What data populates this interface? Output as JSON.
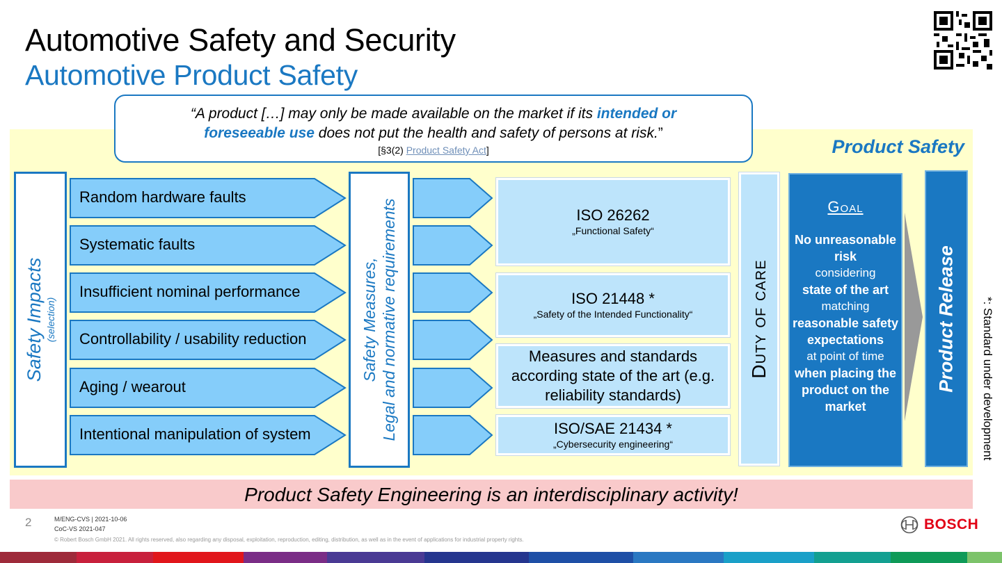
{
  "header": {
    "title": "Automotive Safety and Security",
    "subtitle": "Automotive Product Safety"
  },
  "quote": {
    "part1": "“A product […] may only be made available on the market if its ",
    "highlight1": "intended or",
    "highlight2": "foreseeable use",
    "part2": " does not put the health and safety of persons at risk.",
    "end": "”",
    "ref_prefix": "[§3(2) ",
    "ref_link": "Product Safety Act",
    "ref_suffix": "]"
  },
  "product_safety_label": "Product Safety",
  "impacts": {
    "title": "Safety Impacts",
    "subtitle": "(selection)",
    "items": [
      "Random hardware faults",
      "Systematic faults",
      "Insufficient nominal performance",
      "Controllability / usability reduction",
      "Aging / wearout",
      "Intentional manipulation of system"
    ]
  },
  "measures": {
    "line1": "Safety Measures,",
    "line2": "Legal and normative requirements"
  },
  "standards": [
    {
      "name": "ISO 26262",
      "desc": "„Functional Safety“"
    },
    {
      "name": "ISO 21448 *",
      "desc": "„Safety of the Intended Functionality“"
    },
    {
      "name": "Measures and standards according state of the art (e.g. reliability standards)",
      "desc": ""
    },
    {
      "name": "ISO/SAE 21434 *",
      "desc": "„Cybersecurity engineering“"
    }
  ],
  "duty": "Duty of care",
  "goal": {
    "title": "Goal",
    "l1": "No unreasonable risk",
    "l2": "considering",
    "l3": "state of the art",
    "l4": "matching",
    "l5": "reasonable safety expectations",
    "l6": "at point of time",
    "l7": "when placing the product on the market"
  },
  "release": "Product Release",
  "note": "*: Standard under development",
  "banner": "Product Safety Engineering is an interdisciplinary activity!",
  "footer": {
    "page": "2",
    "line1": "M/ENG-CVS | 2021-10-06",
    "line2": "CoC-VS 2021-047",
    "copyright": "© Robert Bosch GmbH 2021. All rights reserved, also regarding any disposal, exploitation, reproduction, editing, distribution, as well as in the event of applications for industrial property rights.",
    "brand": "BOSCH"
  },
  "colors": {
    "accent": "#1a78c2",
    "arrow_fill": "#85cdfa",
    "standard_fill": "#bde4fb",
    "panel_bg": "#ffffcc",
    "banner_bg": "#f9cacb",
    "brand_red": "#e20015"
  }
}
